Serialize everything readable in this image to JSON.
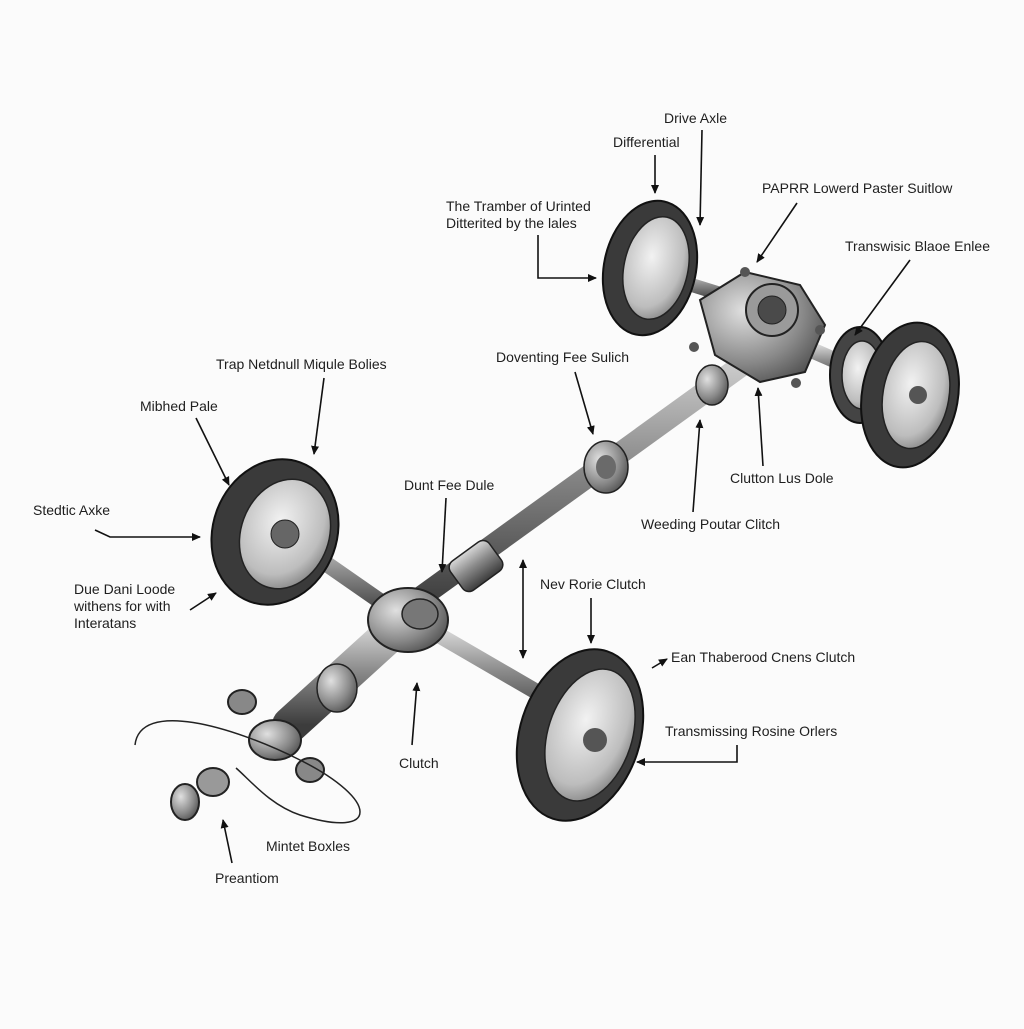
{
  "labels": {
    "drive_axle": "Drive Axle",
    "differential": "Differential",
    "chamber_1": "The Tramber of Urinted",
    "chamber_2": "Ditterited by the lales",
    "paprr": "PAPRR Lowerd Paster Suitlow",
    "transwisic": "Transwisic Blaoe Enlee",
    "trap": "Trap Netdnull Miqule Bolies",
    "dovening": "Doventing Fee Sulich",
    "mibhed": "Mibhed Pale",
    "clutton": "Clutton Lus Dole",
    "weeding": "Weeding Poutar Clitch",
    "stedtic": "Stedtic Axke",
    "dunt": "Dunt Fee Dule",
    "nev": "Nev Rorie Clutch",
    "due_1": "Due Dani Loode",
    "due_2": "withens for with",
    "due_3": "Interatans",
    "ean": "Ean Thaberood Cnens Clutch",
    "transmissing": "Transmissing Rosine Orlers",
    "clutch": "Clutch",
    "mintet": "Mintet Boxles",
    "preantiom": "Preantiom"
  },
  "colors": {
    "metal_dark": "#3b3b3b",
    "metal_mid": "#8a8a8a",
    "metal_light": "#d9d9d9",
    "tire": "#3a3a3a",
    "line": "#111111",
    "background": "#fbfbfb"
  }
}
